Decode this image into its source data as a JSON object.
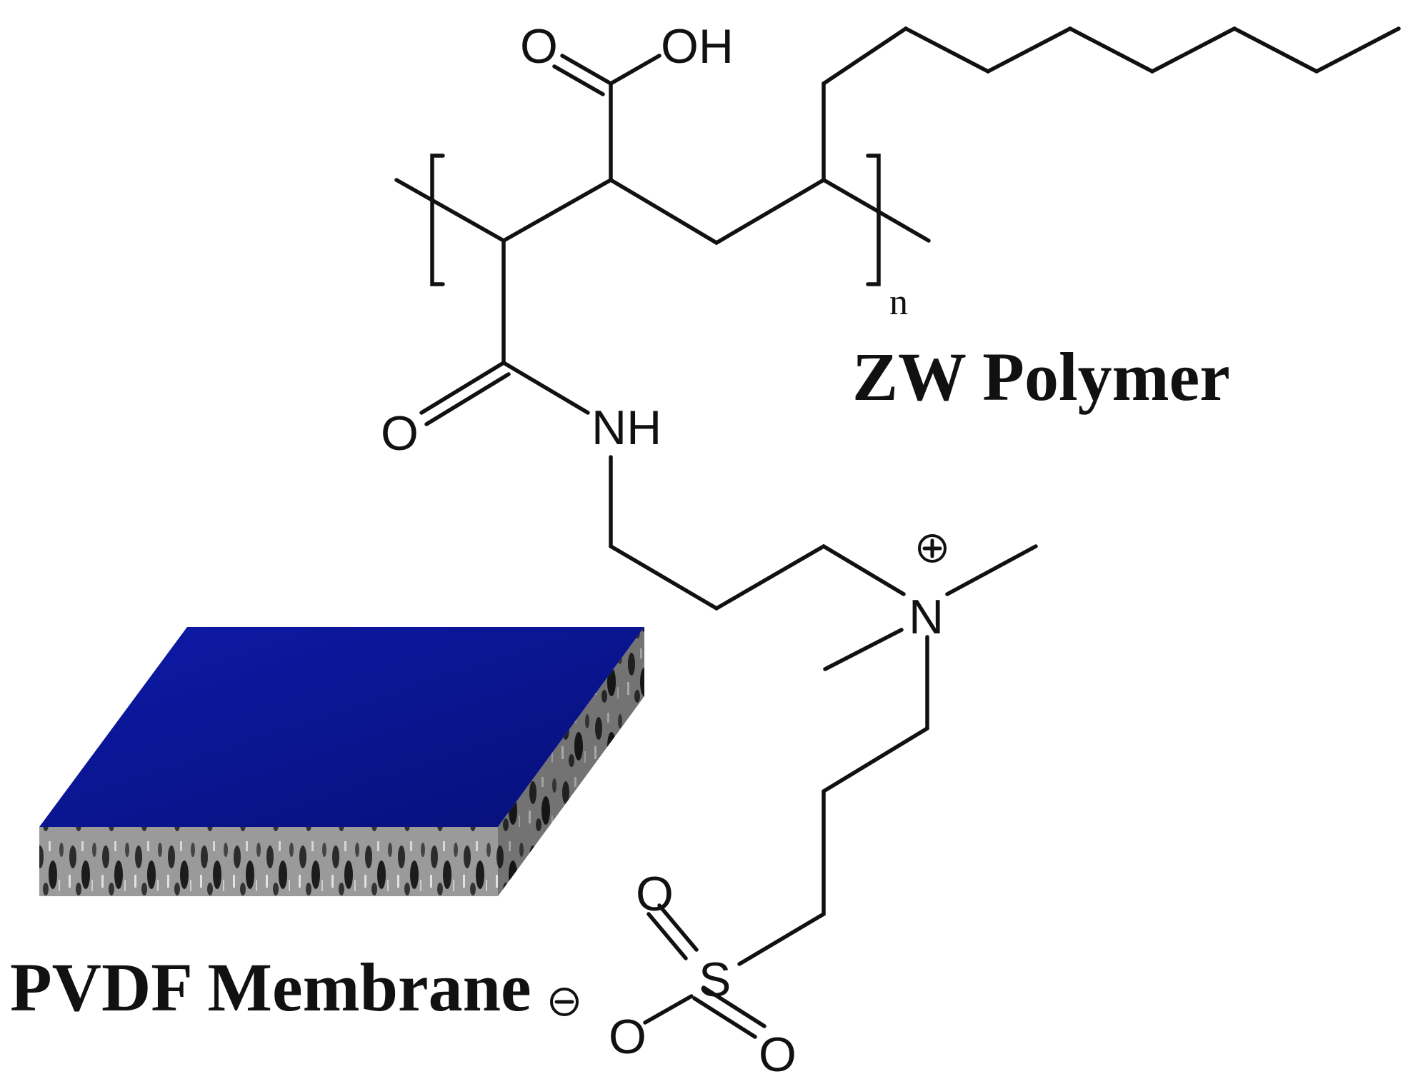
{
  "captions": {
    "polymer": "ZW Polymer",
    "membrane": "PVDF Membrane"
  },
  "labels": {
    "acid_o": "O",
    "acid_oh": "OH",
    "amide_o": "O",
    "amide_nh": "NH",
    "ammonium_n": "N",
    "sulfur": "S",
    "sulfonate_o_top": "O",
    "sulfonate_o_left": "O",
    "sulfonate_o_bottom": "O",
    "repeat_subscript": "n"
  },
  "colors": {
    "ink": "#111111",
    "membrane_top": "#0a1494",
    "membrane_side": "#8f8f8f"
  }
}
